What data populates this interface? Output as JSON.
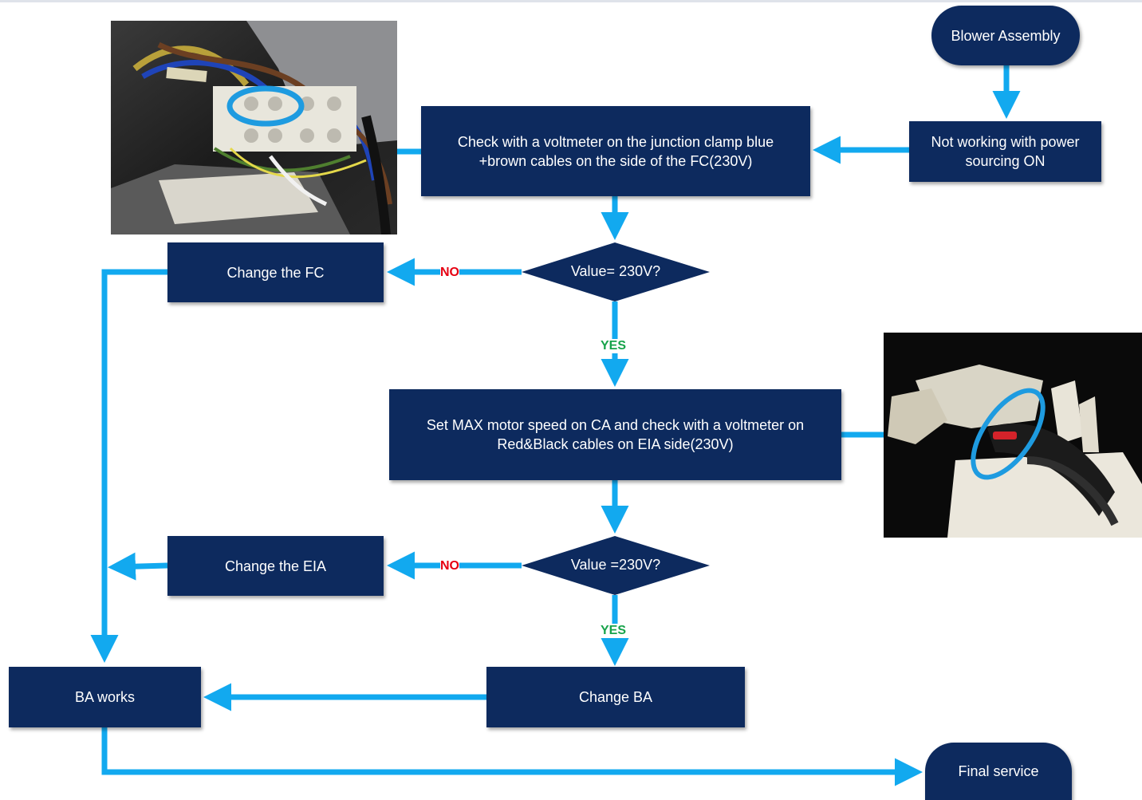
{
  "nodes": {
    "blower_assembly": "Blower Assembly",
    "not_working": "Not working with power sourcing ON",
    "check_voltmeter_fc": "Check with a voltmeter on the   junction clamp blue +brown cables on the side of the FC(230V)",
    "decision_1": "Value= 230V?",
    "change_fc": "Change the FC",
    "set_max_speed": "Set MAX motor speed on CA and check with a voltmeter on Red&Black cables on EIA side(230V)",
    "decision_2": "Value =230V?",
    "change_eia": "Change the EIA",
    "change_ba": "Change BA",
    "ba_works": "BA works",
    "final_service": "Final service"
  },
  "edge_labels": {
    "no_1": "NO",
    "yes_1": "YES",
    "no_2": "NO",
    "yes_2": "YES"
  },
  "colors": {
    "node_fill": "#0d2a5e",
    "arrow": "#12a9ef",
    "no_label": "#e60012",
    "yes_label": "#17a34a",
    "highlight_ring": "#1e9be0"
  }
}
